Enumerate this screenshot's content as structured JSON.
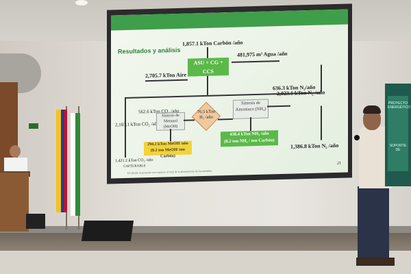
{
  "slide": {
    "title": "Resultados y análisis",
    "page_number": "21",
    "center_box": "ASU + CG + CCS",
    "carbon_in": "1,857.1 kTon Carbón /año",
    "water_in": "481,975 m³ Agua /año",
    "air_in": "2,705.7 kTon Aire /año",
    "n2_out": "2,023.1 kTon N₂ /año",
    "n2_to_ammonia": "636.3 kTon N₂/año",
    "n2_remaining": "1,386.8 kTon N₂ /año",
    "co2_total": "2,103.1 kTon CO₂ /año",
    "co2_to_methanol": "562.6 kTon CO₂ /año",
    "h2_flow": "76.5 kTon H₂ /año",
    "methanol_box": "Síntesis de Metanol (MeOH)",
    "ammonia_box": "Síntesis de Amoníaco (NH₃)",
    "methanol_out": "294.2 kTon MeOH /año",
    "methanol_ratio": "(0.2 ton MeOH/ ton Carbón)",
    "ammonia_out": "438.4 kTon NH₃ /año",
    "ammonia_ratio": "(0.2 ton NH₃ / ton Carbón)",
    "co2_captured": "1,421.2 kTon CO₂ /año",
    "captured_label": "CAPTURABLE",
    "footnote": "El cálculo se presenta con respecto al total de la alimentación de las unidades"
  },
  "banner": {
    "lines": [
      "PROYECTO",
      "ENERGÉTICO",
      "SOPORTE DE"
    ]
  }
}
